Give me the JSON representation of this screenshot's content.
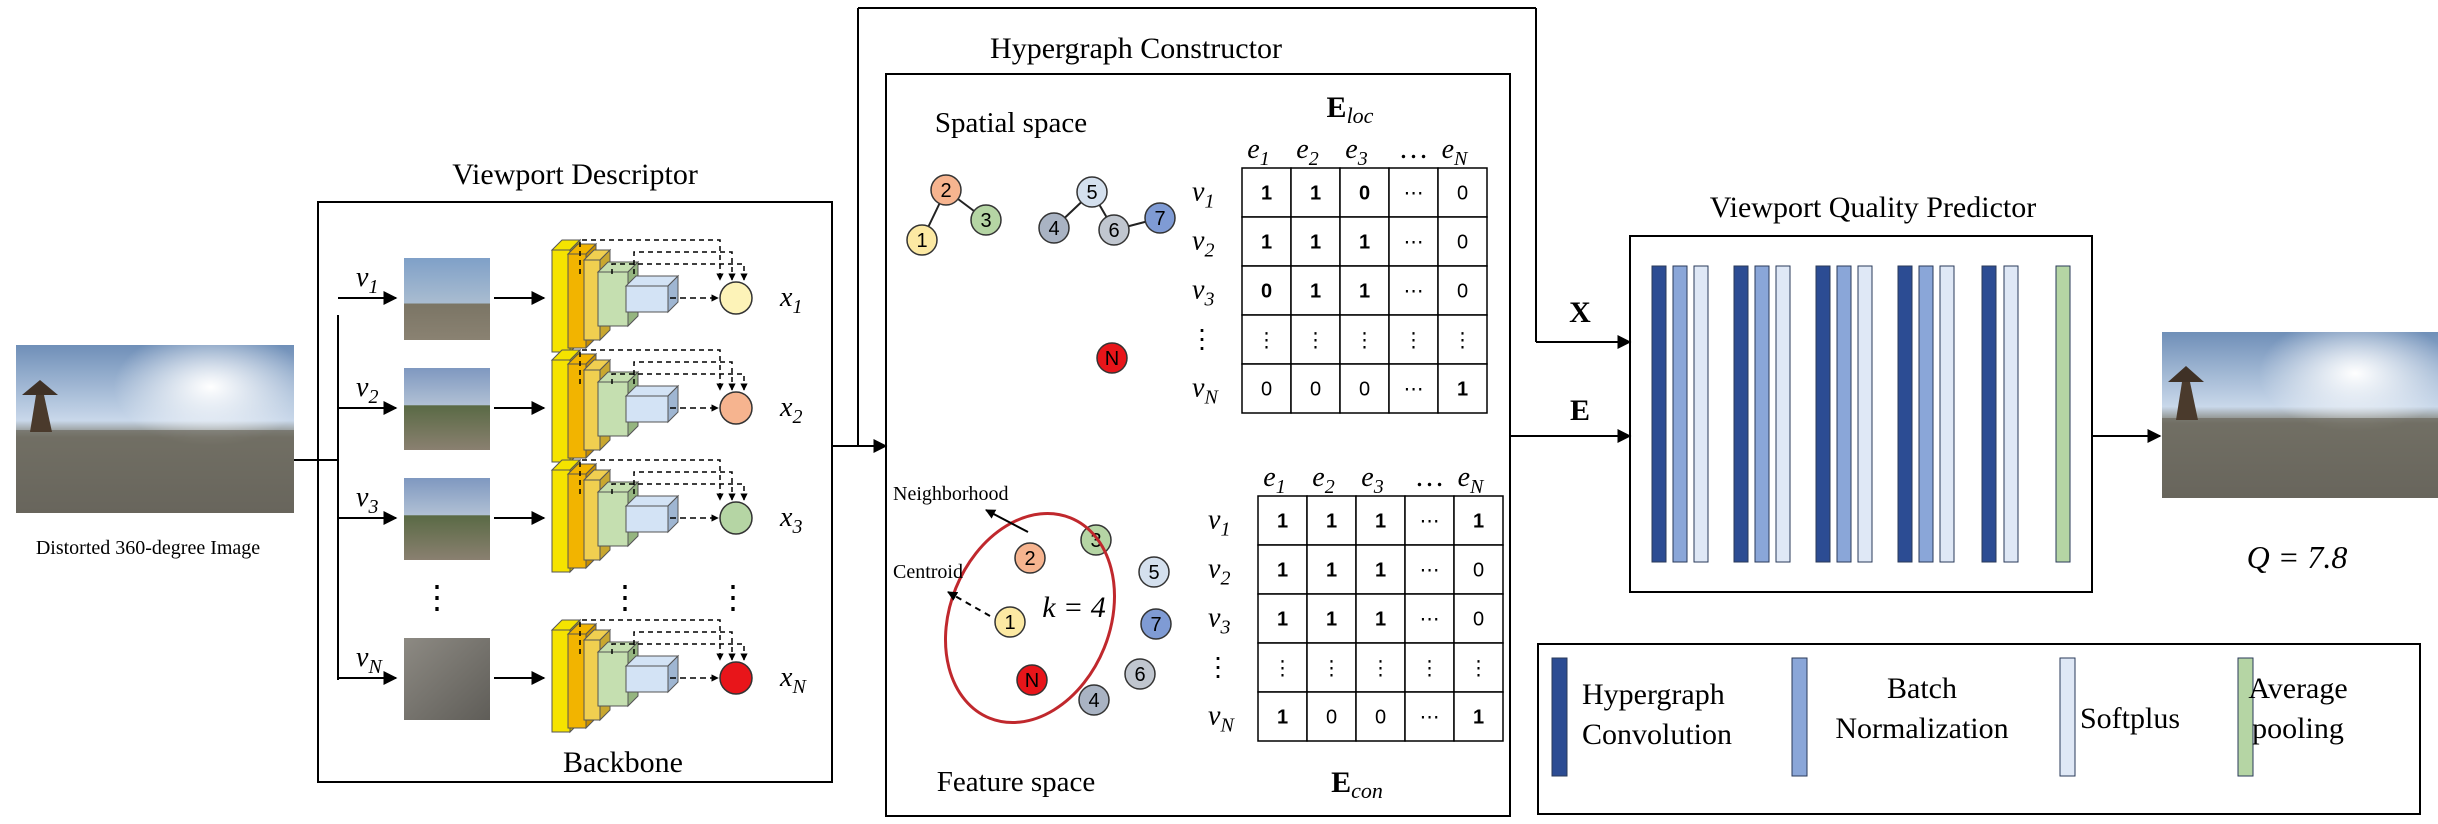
{
  "input_caption": "Distorted 360-degree Image",
  "viewport_descriptor": {
    "title": "Viewport Descriptor",
    "backbone_label": "Backbone",
    "viewports": [
      {
        "v": "v",
        "vsub": "1",
        "x": "x",
        "xsub": "1",
        "color": "#fdf3b8"
      },
      {
        "v": "v",
        "vsub": "2",
        "x": "x",
        "xsub": "2",
        "color": "#f6b48f"
      },
      {
        "v": "v",
        "vsub": "3",
        "x": "x",
        "xsub": "3",
        "color": "#b5d5a4"
      },
      {
        "v": "v",
        "vsub": "N",
        "x": "x",
        "xsub": "N",
        "color": "#e8151a"
      }
    ],
    "ellipsis": "⋮"
  },
  "hypergraph_constructor": {
    "title": "Hypergraph Constructor",
    "spatial_label": "Spatial space",
    "feature_label": "Feature space",
    "neighborhood_label": "Neighborhood",
    "centroid_label": "Centroid",
    "k_label": "k = 4",
    "eloc_main": "E",
    "eloc_sub": "loc",
    "econ_main": "E",
    "econ_sub": "con",
    "spatial_nodes": [
      {
        "label": "1",
        "color": "#fce9a3"
      },
      {
        "label": "2",
        "color": "#f6b48f"
      },
      {
        "label": "3",
        "color": "#b5d5a4"
      },
      {
        "label": "4",
        "color": "#a9b3c3"
      },
      {
        "label": "5",
        "color": "#d4e0ee"
      },
      {
        "label": "6",
        "color": "#c0c6cf"
      },
      {
        "label": "7",
        "color": "#7f9bd4"
      },
      {
        "label": "N",
        "color": "#e8151a"
      }
    ],
    "feature_nodes": [
      {
        "label": "1",
        "color": "#fce9a3"
      },
      {
        "label": "2",
        "color": "#f6b48f"
      },
      {
        "label": "3",
        "color": "#b5d5a4"
      },
      {
        "label": "N",
        "color": "#e8151a"
      },
      {
        "label": "5",
        "color": "#d4e0ee"
      },
      {
        "label": "7",
        "color": "#7f9bd4"
      },
      {
        "label": "6",
        "color": "#c0c6cf"
      },
      {
        "label": "4",
        "color": "#a9b3c3"
      }
    ],
    "col_heads": [
      {
        "m": "e",
        "s": "1"
      },
      {
        "m": "e",
        "s": "2"
      },
      {
        "m": "e",
        "s": "3"
      },
      {
        "m": "…",
        "s": ""
      },
      {
        "m": "e",
        "s": "N"
      }
    ],
    "row_heads": [
      {
        "m": "v",
        "s": "1"
      },
      {
        "m": "v",
        "s": "2"
      },
      {
        "m": "v",
        "s": "3"
      },
      {
        "m": "⋮",
        "s": ""
      },
      {
        "m": "v",
        "s": "N"
      }
    ],
    "eloc_matrix": [
      [
        "1",
        "1",
        "0",
        "⋯",
        "0"
      ],
      [
        "1",
        "1",
        "1",
        "⋯",
        "0"
      ],
      [
        "0",
        "1",
        "1",
        "⋯",
        "0"
      ],
      [
        "⋮",
        "⋮",
        "⋮",
        "⋮",
        "⋮"
      ],
      [
        "0",
        "0",
        "0",
        "⋯",
        "1"
      ]
    ],
    "econ_matrix": [
      [
        "1",
        "1",
        "1",
        "⋯",
        "1"
      ],
      [
        "1",
        "1",
        "1",
        "⋯",
        "0"
      ],
      [
        "1",
        "1",
        "1",
        "⋯",
        "0"
      ],
      [
        "⋮",
        "⋮",
        "⋮",
        "⋮",
        "⋮"
      ],
      [
        "1",
        "0",
        "0",
        "⋯",
        "1"
      ]
    ]
  },
  "arrow_x_label": "X",
  "arrow_e_label": "E",
  "quality_predictor": {
    "title": "Viewport Quality Predictor",
    "output_label": "Q = 7.8"
  },
  "legend": [
    {
      "line1": "Hypergraph",
      "line2": "Convolution",
      "color": "#2c4c93"
    },
    {
      "line1": "Batch",
      "line2": "Normalization",
      "color": "#8aa6d8"
    },
    {
      "line1": "Softplus",
      "line2": "",
      "color": "#dfe8f6"
    },
    {
      "line1": "Average",
      "line2": "pooling",
      "color": "#b5d5a4"
    }
  ],
  "colors": {
    "hgconv": "#2c4c93",
    "batchnorm": "#8aa6d8",
    "softplus": "#dfe8f6",
    "avgpool": "#b5d5a4",
    "ellipse": "#c0282d"
  }
}
